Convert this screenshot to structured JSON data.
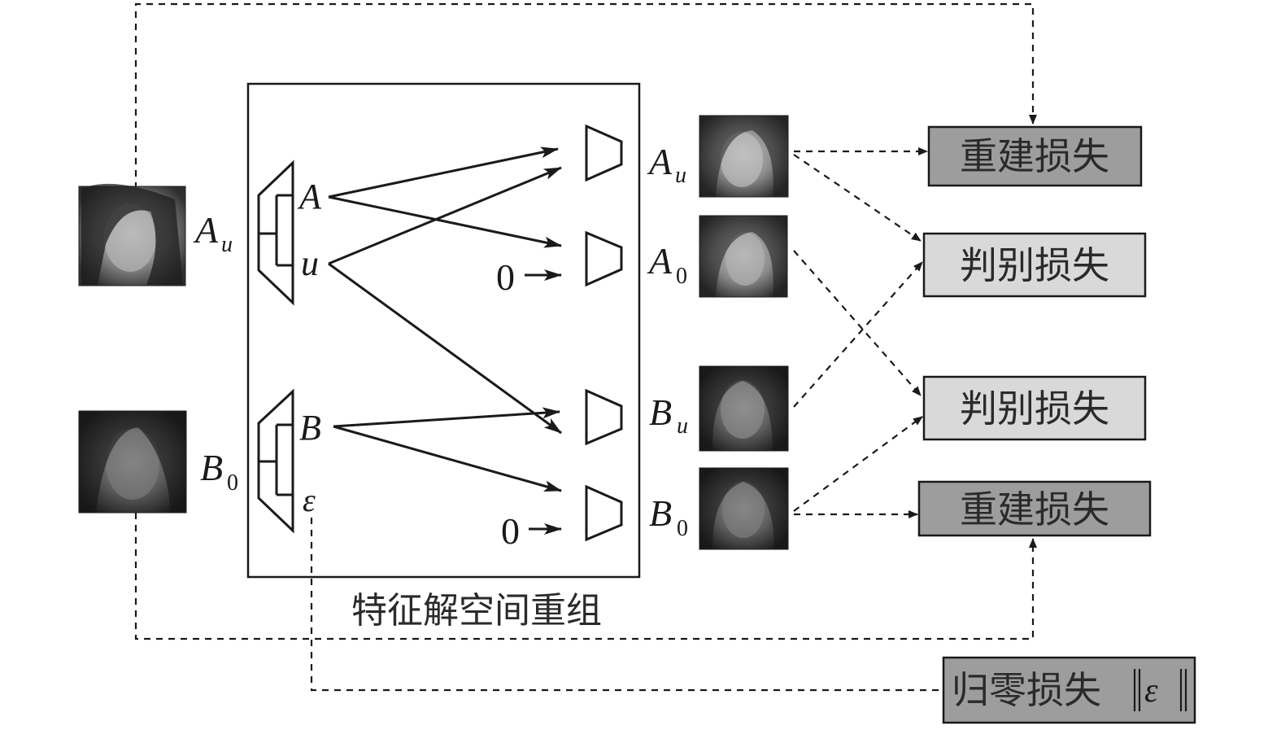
{
  "recombination_caption": "特征解空间重组",
  "inputs": {
    "top_label_main": "A",
    "top_label_sub": "u",
    "bottom_label_main": "B",
    "bottom_label_sub": "0"
  },
  "encoder_outputs": {
    "A": "A",
    "u": "u",
    "B": "B",
    "epsilon": "ε"
  },
  "zero_inputs": [
    "0",
    "0"
  ],
  "outputs": [
    {
      "main": "A",
      "sub": "u"
    },
    {
      "main": "A",
      "sub": "0"
    },
    {
      "main": "B",
      "sub": "u"
    },
    {
      "main": "B",
      "sub": "0"
    }
  ],
  "losses": {
    "recon_top": "重建损失",
    "disc_a": "判别损失",
    "disc_b": "判别损失",
    "recon_bottom": "重建损失",
    "zero_loss_text": "归零损失",
    "zero_loss_norm": "ε"
  },
  "colors": {
    "recon_box": "#9d9d9d",
    "disc_box": "#d9d9d9",
    "zero_box": "#9d9d9d",
    "stroke": "#1a1a1a"
  }
}
